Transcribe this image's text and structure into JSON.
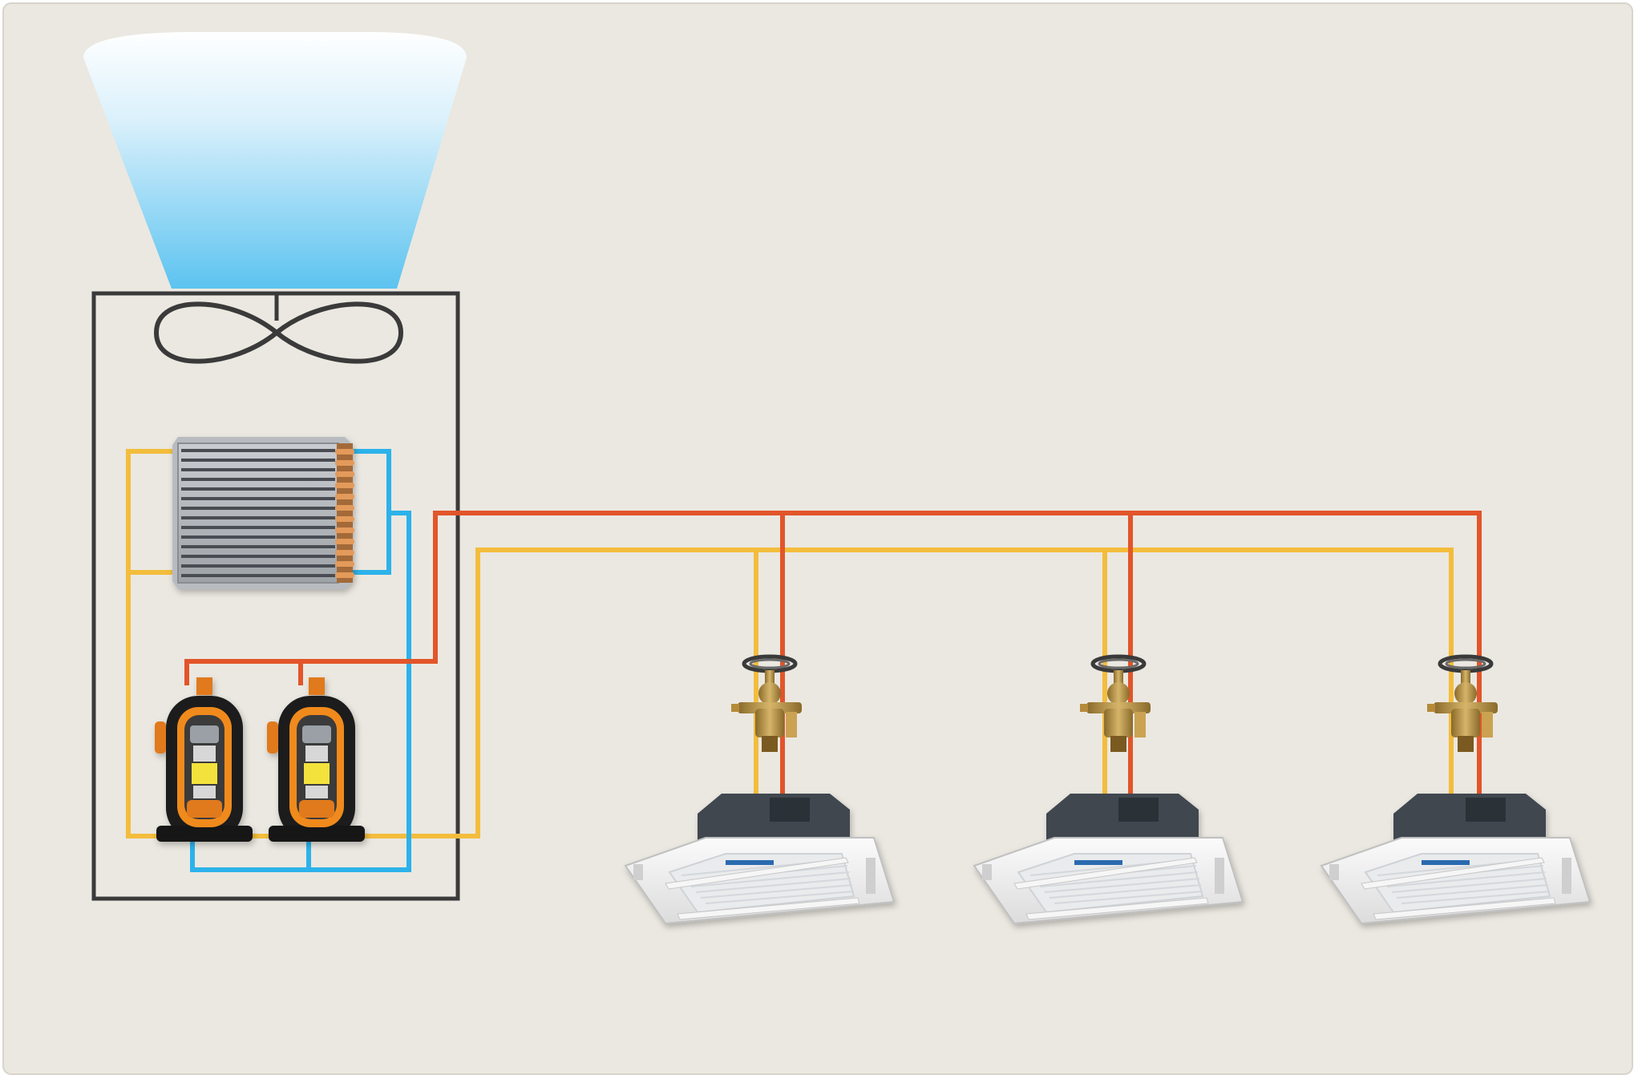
{
  "diagram": {
    "components": {
      "airflow": "airflow",
      "outdoor_unit": "outdoor-unit",
      "fan": "fan",
      "condenser_coil": "condenser-coil",
      "compressors": [
        "compressor",
        "compressor"
      ],
      "expansion_valves": [
        "expansion-valve",
        "expansion-valve",
        "expansion-valve"
      ],
      "indoor_units": [
        "indoor-cassette-unit",
        "indoor-cassette-unit",
        "indoor-cassette-unit"
      ]
    },
    "lines": [
      {
        "name": "hot-gas-line",
        "color": "#e2552a"
      },
      {
        "name": "liquid-line",
        "color": "#f3bd3c"
      },
      {
        "name": "suction-line",
        "color": "#2cb2ea"
      }
    ]
  },
  "colors": {
    "background": "#ebe8e1",
    "frame": "#3a3a3a",
    "airflow_top": "#ffffff",
    "airflow_bottom": "#5cc3f0"
  }
}
